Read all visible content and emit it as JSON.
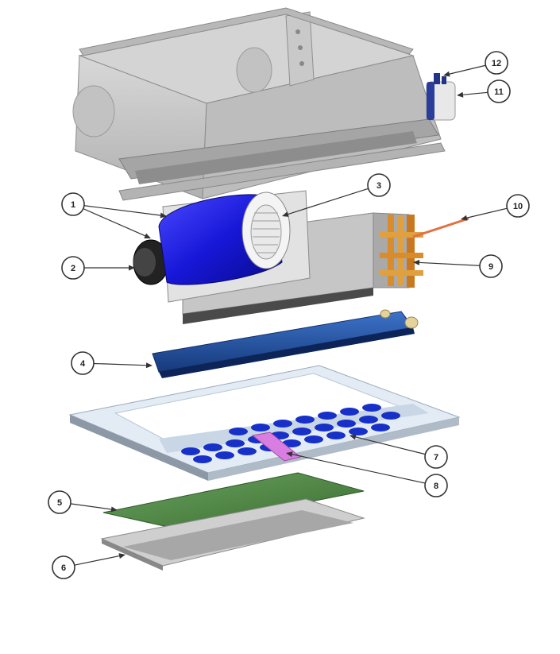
{
  "callouts": [
    {
      "id": "1",
      "label": "1"
    },
    {
      "id": "2",
      "label": "2"
    },
    {
      "id": "3",
      "label": "3"
    },
    {
      "id": "4",
      "label": "4"
    },
    {
      "id": "5",
      "label": "5"
    },
    {
      "id": "6",
      "label": "6"
    },
    {
      "id": "7",
      "label": "7"
    },
    {
      "id": "8",
      "label": "8"
    },
    {
      "id": "9",
      "label": "9"
    },
    {
      "id": "10",
      "label": "10"
    },
    {
      "id": "11",
      "label": "11"
    },
    {
      "id": "12",
      "label": "12"
    }
  ],
  "colors": {
    "housing": "#c8c8c8",
    "housing_dark": "#9a9a9a",
    "blower": "#1a1ad6",
    "coil_frame": "#b9b9b9",
    "coil_pipes": "#d98c2b",
    "drain_tray": "#1f4fa3",
    "grille_frame": "#dde7f2",
    "grille_vents": "#1730c8",
    "filter": "#4f8a45",
    "cover_plate": "#b5b5b5",
    "clip": "#d77ee0"
  }
}
